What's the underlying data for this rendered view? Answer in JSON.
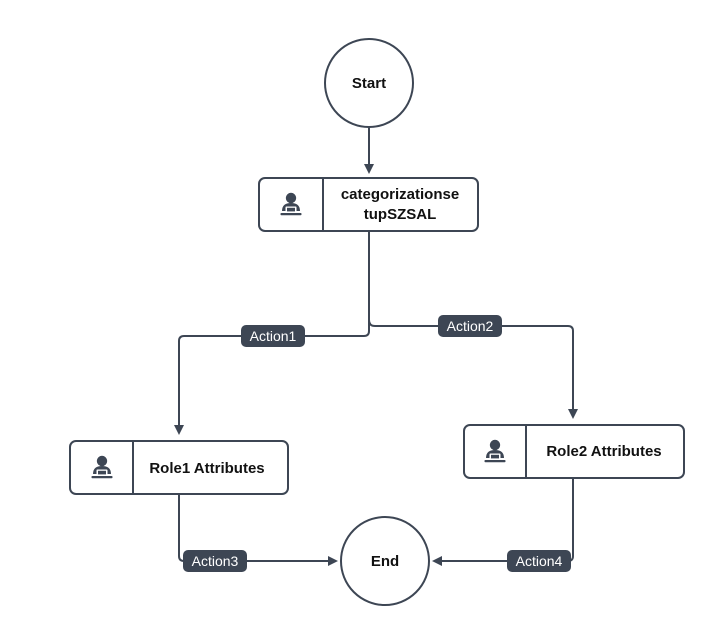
{
  "diagram": {
    "start": {
      "label": "Start"
    },
    "end": {
      "label": "End"
    },
    "tasks": [
      {
        "id": "task1",
        "label_line1": "categorizationse",
        "label_line2": "tupSZSAL",
        "icon": "user-laptop-icon"
      },
      {
        "id": "task2",
        "label": "Role1 Attributes",
        "icon": "user-laptop-icon"
      },
      {
        "id": "task3",
        "label": "Role2 Attributes",
        "icon": "user-laptop-icon"
      }
    ],
    "edges": [
      {
        "from": "start",
        "to": "task1",
        "label": ""
      },
      {
        "from": "task1",
        "to": "task2",
        "label": "Action1"
      },
      {
        "from": "task1",
        "to": "task3",
        "label": "Action2"
      },
      {
        "from": "task2",
        "to": "end",
        "label": "Action3"
      },
      {
        "from": "task3",
        "to": "end",
        "label": "Action4"
      }
    ],
    "colors": {
      "stroke": "#3d4654",
      "label_bg": "#3d4654",
      "label_text": "#ffffff"
    }
  }
}
